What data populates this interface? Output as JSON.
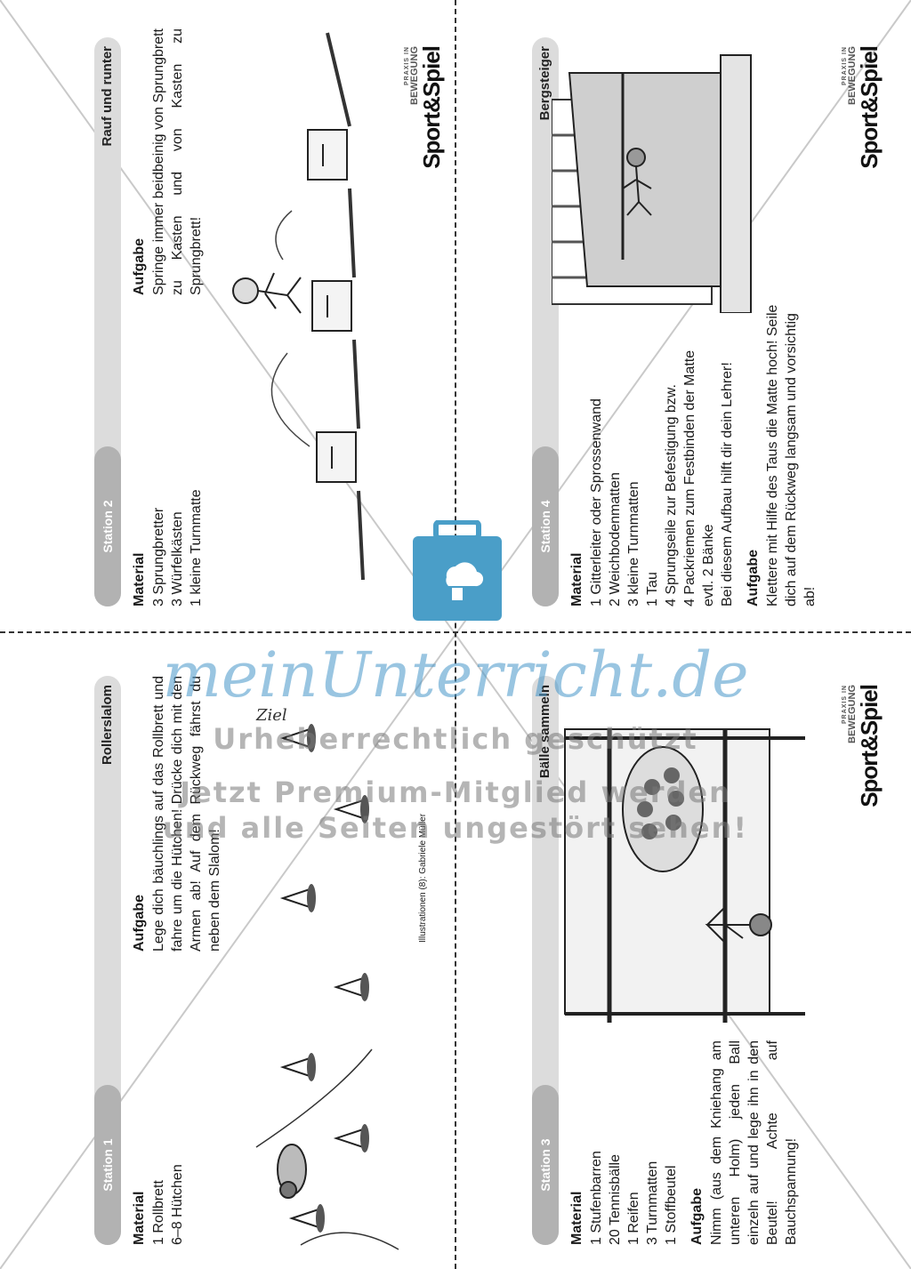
{
  "cards": {
    "station1": {
      "station_label": "Station 1",
      "title": "Rollerslalom",
      "material_label": "Material",
      "material_items": "1 Rollbrett\n6–8 Hütchen",
      "aufgabe_label": "Aufgabe",
      "aufgabe_text": "Lege dich bäuchlings auf das Rollbrett und fahre um die Hütchen! Drücke dich mit den Armen ab! Auf dem Rückweg fährst du neben dem Slalom!",
      "handwritten": "Ziel"
    },
    "station2": {
      "station_label": "Station 2",
      "title": "Rauf und runter",
      "material_label": "Material",
      "material_items": "3 Sprungbretter\n3 Würfelkästen\n1 kleine Turnmatte",
      "aufgabe_label": "Aufgabe",
      "aufgabe_text": "Springe immer beidbeinig von Sprungbrett zu Kasten und von Kasten zu Sprungbrett!"
    },
    "station3": {
      "station_label": "Station 3",
      "title": "Bälle sammeln",
      "material_label": "Material",
      "material_items": "1 Stufenbarren\n20 Tennisbälle\n1 Reifen\n3 Turnmatten\n1 Stoffbeutel",
      "aufgabe_label": "Aufgabe",
      "aufgabe_text": "Nimm (aus dem Kniehang am unteren Holm) jeden Ball einzeln auf und lege ihn in den Beutel! Achte auf Bauchspannung!"
    },
    "station4": {
      "station_label": "Station 4",
      "title": "Bergsteiger",
      "material_label": "Material",
      "material_items": "1 Gitterleiter oder Sprossenwand\n2 Weichbodenmatten\n3 kleine Turnmatten\n1 Tau\n4 Sprungseile zur Befestigung bzw.\n4 Packriemen zum Festbinden der Matte\nevtl. 2 Bänke\nBei diesem Aufbau hilft dir dein Lehrer!",
      "aufgabe_label": "Aufgabe",
      "aufgabe_text": "Klettere mit Hilfe des Taus die Matte hoch! Seile dich auf dem Rückweg langsam und vorsichtig ab!"
    }
  },
  "logo": {
    "line1": "PRAXIS IN",
    "line2": "BEWEGUNG",
    "line3": "Sport&Spiel"
  },
  "credit": "Illustrationen (8): Gabriele Müller",
  "watermark": {
    "brand": "meinUnterricht.de",
    "line1": "Urheberrechtlich geschützt",
    "line2": "Jetzt Premium-Mitglied werden",
    "line3": "und alle Seiten ungestört sehen!"
  },
  "colors": {
    "header_bar": "#dcdcdc",
    "station_pill": "#b2b2b2",
    "watermark_blue": "#4a9ec8"
  }
}
